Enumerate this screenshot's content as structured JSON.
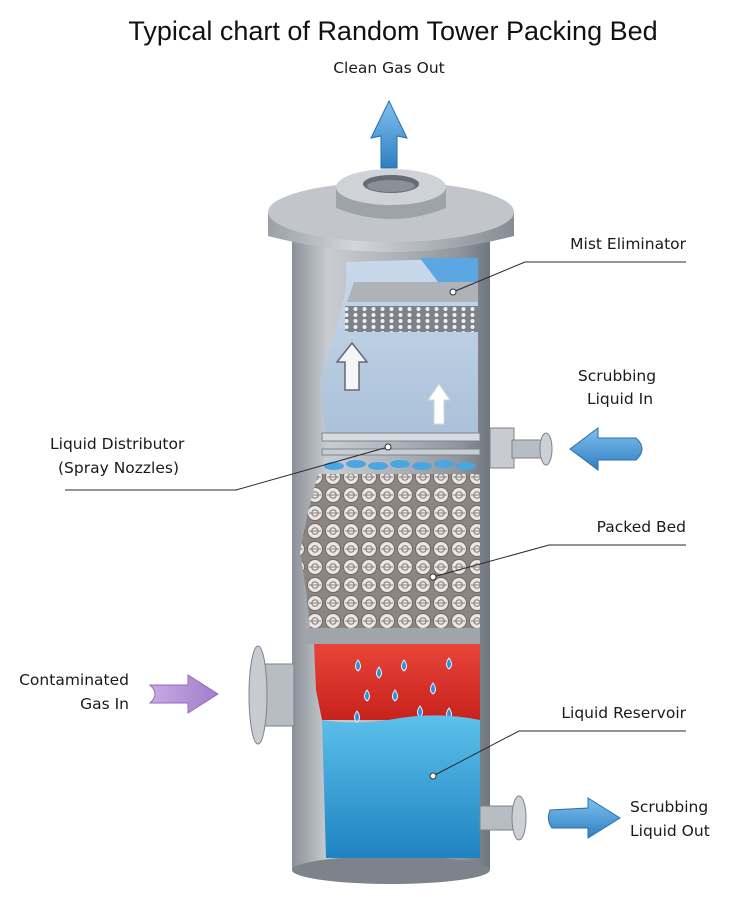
{
  "title": "Typical chart of Random Tower Packing Bed",
  "labels": {
    "clean_gas_out": "Clean Gas Out",
    "mist_eliminator": "Mist Eliminator",
    "scrubbing_liquid_in_1": "Scrubbing",
    "scrubbing_liquid_in_2": "Liquid In",
    "liquid_distributor_1": "Liquid Distributor",
    "liquid_distributor_2": "(Spray Nozzles)",
    "packed_bed": "Packed Bed",
    "contaminated_gas_in_1": "Contaminated",
    "contaminated_gas_in_2": "Gas In",
    "liquid_reservoir": "Liquid Reservoir",
    "scrubbing_liquid_out_1": "Scrubbing",
    "scrubbing_liquid_out_2": "Liquid Out"
  },
  "colors": {
    "shell": "#b7bcc2",
    "gas_space": "#aac3da",
    "packing": "#9a8f8c",
    "reservoir_top": "#e0342a",
    "water": "#2c97d4",
    "flow_arrow_blue": "#3a8fd0",
    "flow_arrow_purple": "#b48fd6"
  }
}
